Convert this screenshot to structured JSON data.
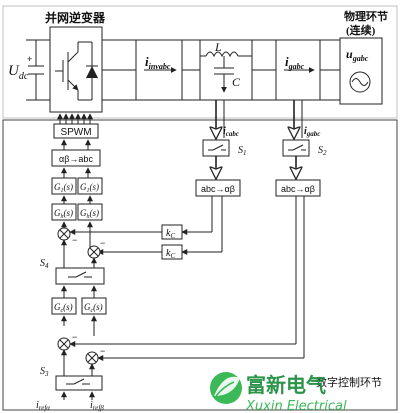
{
  "top": {
    "inverter_title": "并网逆变器",
    "physical_title_l1": "物理环节",
    "physical_title_l2": "(连续)",
    "udc_main": "U",
    "udc_sub": "dc",
    "inv_current_main": "i",
    "inv_current_sub": "invabc",
    "inductor_label": "L",
    "cap_label": "C",
    "grid_current_main": "i",
    "grid_current_sub": "gabc",
    "grid_voltage_main": "u",
    "grid_voltage_sub": "gabc"
  },
  "sensing": {
    "icabc_main": "i",
    "icabc_sub": "cabc",
    "igabc_main": "i",
    "igabc_sub": "gabc",
    "s1_label": "S",
    "s1_sub": "1",
    "s2_label": "S",
    "s2_sub": "2",
    "abc_ab_1": "abc→αβ",
    "abc_ab_2": "abc→αβ"
  },
  "control": {
    "spwm": "SPWM",
    "ab_abc": "αβ→abc",
    "g1_left": "G",
    "g1_right": "G",
    "g1_arg": "(s)",
    "g2_left": "G",
    "g2_right": "G",
    "g2_arg": "(s)",
    "g3_left": "G",
    "g3_right": "G",
    "g3_arg": "(s)",
    "kc_1": "k",
    "kc_2": "k",
    "kc_sub": "C",
    "s4_label": "S",
    "s4_sub": "4",
    "s3_label": "S",
    "s3_sub": "3",
    "iref_a_main": "i",
    "iref_a_sub": "refα",
    "iref_b_main": "i",
    "iref_b_sub": "refβ",
    "bottom_right_text": "数字控制环节"
  },
  "watermark": {
    "brand_cn": "富新电气",
    "brand_en": "Xuxin Electrical"
  }
}
